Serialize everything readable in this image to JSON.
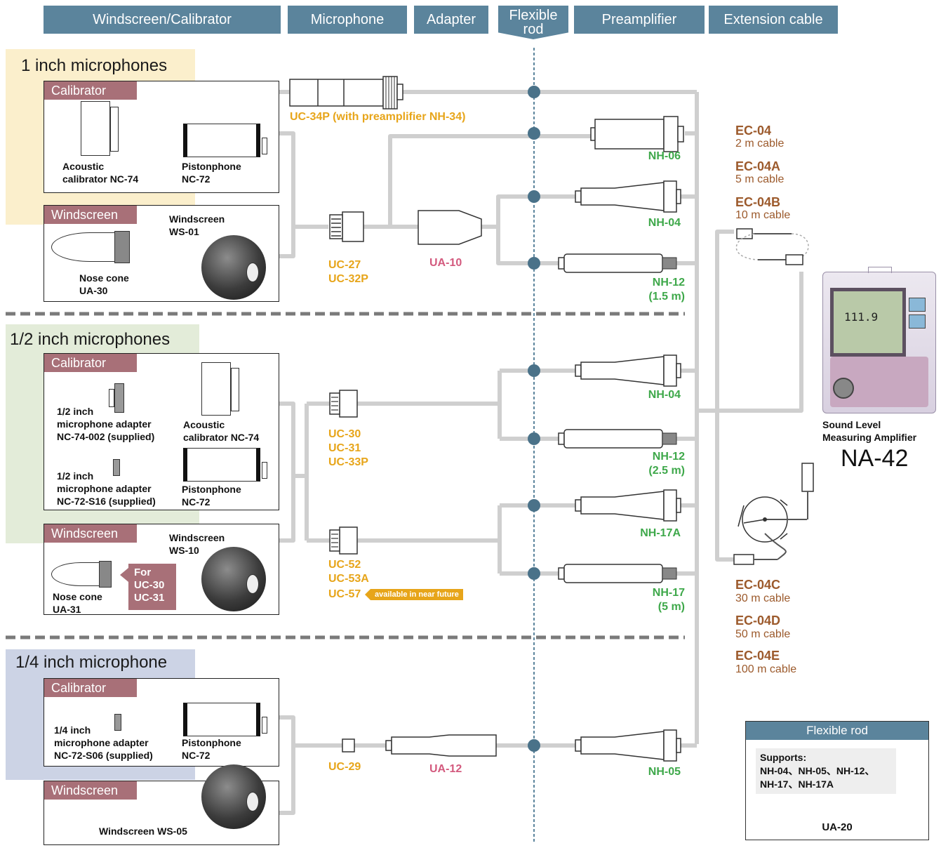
{
  "headers": {
    "windscreen_calibrator": "Windscreen/Calibrator",
    "microphone": "Microphone",
    "adapter": "Adapter",
    "flexible_rod": "Flexible rod",
    "preamplifier": "Preamplifier",
    "extension_cable": "Extension cable"
  },
  "sections": {
    "one_inch": {
      "title": "1 inch microphones",
      "calibrator_tag": "Calibrator",
      "acoustic_calibrator": "Acoustic\ncalibrator NC-74",
      "pistonphone": "Pistonphone\nNC-72",
      "windscreen_tag": "Windscreen",
      "windscreen_name": "Windscreen\nWS-01",
      "nose_cone": "Nose cone\nUA-30"
    },
    "half_inch": {
      "title": "1/2 inch microphones",
      "calibrator_tag": "Calibrator",
      "adapter_1": "1/2 inch\nmicrophone adapter\nNC-74-002 (supplied)",
      "acoustic_calibrator": "Acoustic\ncalibrator NC-74",
      "adapter_2": "1/2 inch\nmicrophone adapter\nNC-72-S16 (supplied)",
      "pistonphone": "Pistonphone\nNC-72",
      "windscreen_tag": "Windscreen",
      "windscreen_name": "Windscreen\nWS-10",
      "nose_cone": "Nose cone\nUA-31",
      "for_note": "For\nUC-30\nUC-31"
    },
    "quarter_inch": {
      "title": "1/4 inch microphone",
      "calibrator_tag": "Calibrator",
      "adapter": "1/4 inch\nmicrophone adapter\nNC-72-S06 (supplied)",
      "pistonphone": "Pistonphone\nNC-72",
      "windscreen_tag": "Windscreen",
      "windscreen_name": "Windscreen WS-05"
    }
  },
  "microphones": {
    "uc34p": "UC-34P (with preamplifier NH-34)",
    "uc27": "UC-27\nUC-32P",
    "uc30": "UC-30\nUC-31\nUC-33P",
    "uc52": "UC-52\nUC-53A",
    "uc57": "UC-57",
    "future_badge": "available in near future",
    "uc29": "UC-29"
  },
  "adapters": {
    "ua10": "UA-10",
    "ua12": "UA-12"
  },
  "preamplifiers": {
    "nh06": "NH-06",
    "nh04_a": "NH-04",
    "nh12_a": "NH-12\n(1.5 m)",
    "nh04_b": "NH-04",
    "nh12_b": "NH-12\n(2.5 m)",
    "nh17a": "NH-17A",
    "nh17": "NH-17\n(5 m)",
    "nh05": "NH-05"
  },
  "cables": {
    "top": [
      {
        "name": "EC-04",
        "desc": "2 m cable"
      },
      {
        "name": "EC-04A",
        "desc": "5 m cable"
      },
      {
        "name": "EC-04B",
        "desc": "10 m cable"
      }
    ],
    "bottom": [
      {
        "name": "EC-04C",
        "desc": "30 m cable"
      },
      {
        "name": "EC-04D",
        "desc": "50 m cable"
      },
      {
        "name": "EC-04E",
        "desc": "100 m cable"
      }
    ]
  },
  "amplifier": {
    "caption": "Sound Level\nMeasuring Amplifier",
    "model": "NA-42",
    "screen_reading": "111.9"
  },
  "flex_rod_box": {
    "title": "Flexible rod",
    "supports": "Supports:\nNH-04、NH-05、NH-12、\nNH-17、NH-17A",
    "model": "UA-20"
  },
  "colors": {
    "header_bg": "#5b849c",
    "tag_bg": "#a87078",
    "one_inch_band": "#fbefcc",
    "half_inch_band": "#e3ecd9",
    "quarter_inch_band": "#ccd3e5",
    "microphone_text": "#e7a51a",
    "adapter_text": "#d35a7e",
    "preamp_text": "#3ea84a",
    "cable_text": "#9c5a2c",
    "wire": "#cfcfcf",
    "rod_dot": "#4a7289"
  }
}
